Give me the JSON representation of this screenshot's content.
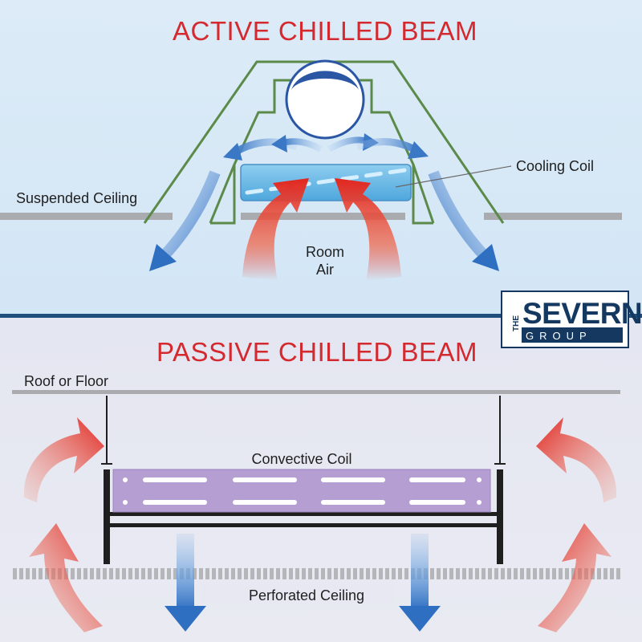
{
  "active": {
    "title": "ACTIVE CHILLED BEAM",
    "labels": {
      "cooling_coil": "Cooling Coil",
      "suspended_ceiling": "Suspended Ceiling",
      "room": "Room",
      "air": "Air"
    }
  },
  "passive": {
    "title": "PASSIVE CHILLED BEAM",
    "labels": {
      "roof_or_floor": "Roof or Floor",
      "convective_coil": "Convective Coil",
      "perforated_ceiling": "Perforated Ceiling"
    }
  },
  "logo": {
    "the": "THE",
    "name": "SEVERN",
    "group": "GROUP"
  },
  "colors": {
    "active_bg": "#dcebf7",
    "passive_bg": "#e7e8f2",
    "title_red": "#d42a2f",
    "housing_green": "#5b8a4a",
    "ceiling_gray": "#a9abae",
    "coil_blue": "#5cb2e3",
    "coil_purple": "#b59ed2",
    "warm_air": "#e8352c",
    "cool_air": "#2f6fc2",
    "logo_navy": "#14385f"
  }
}
